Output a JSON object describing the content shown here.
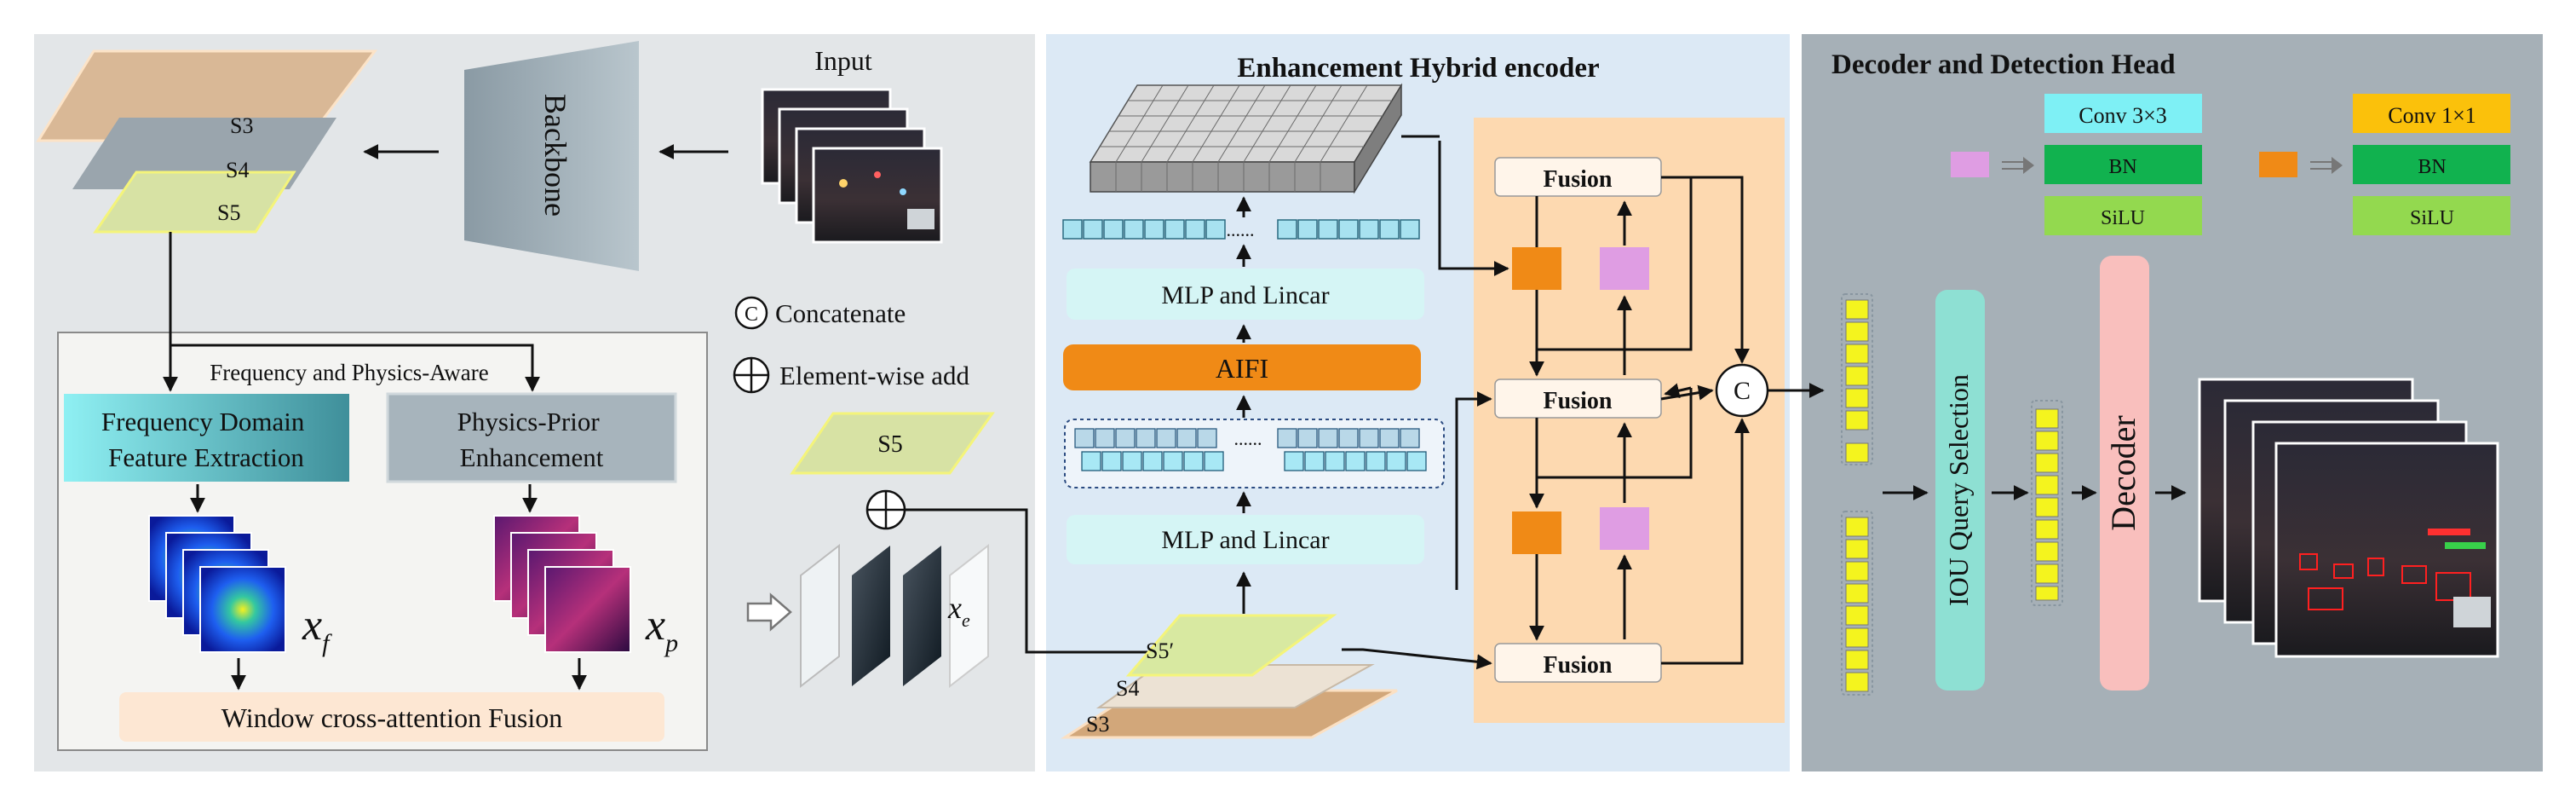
{
  "left_panel": {
    "input_label": "Input",
    "backbone_label": "Backbone",
    "stack": [
      "S3",
      "S4",
      "S5"
    ],
    "fpa_title": "Frequency and Physics-Aware",
    "freq_box": "Frequency Domain Feature Extraction",
    "phys_box": "Physics-Prior Enhancement",
    "xf_main": "x",
    "xf_sub": "f",
    "xp_main": "x",
    "xp_sub": "p",
    "fusion_box": "Window cross-attention Fusion"
  },
  "legend": {
    "concat_symbol": "C",
    "concat_label": "Concatenate",
    "add_label": "Element-wise add",
    "s5_label": "S5",
    "xe_main": "x",
    "xe_sub": "e"
  },
  "encoder": {
    "title": "Enhancement Hybrid encoder",
    "mlp_top": "MLP and Lincar",
    "aifi": "AIFI",
    "mlp_bottom": "MLP and Lincar",
    "stack": [
      "S5′",
      "S4",
      "S3"
    ],
    "fusion_labels": [
      "Fusion",
      "Fusion",
      "Fusion"
    ],
    "concat_symbol": "C"
  },
  "decoder": {
    "title": "Decoder  and Detection Head",
    "conv33": "Conv 3×3",
    "conv11": "Conv 1×1",
    "bn": "BN",
    "silu": "SiLU",
    "iou": "IOU Query Selection",
    "decoder": "Decoder"
  },
  "colors": {
    "left_bg": "#e3e6e8",
    "mid_bg": "#dce9f5",
    "right_bg": "#a6b0b7",
    "fusion_bg": "#fdd9b0",
    "aifi": "#f08a16",
    "mlp": "#d5f5f5",
    "orange_block": "#f08a16",
    "pink_block": "#df9de3",
    "yellow_token": "#f4f41e",
    "iou": "#8ee0d3",
    "decoder": "#f9bfbd",
    "conv33": "#7ef0f5",
    "conv11": "#fbc10b",
    "bn": "#11b24f",
    "silu": "#93d94f"
  }
}
